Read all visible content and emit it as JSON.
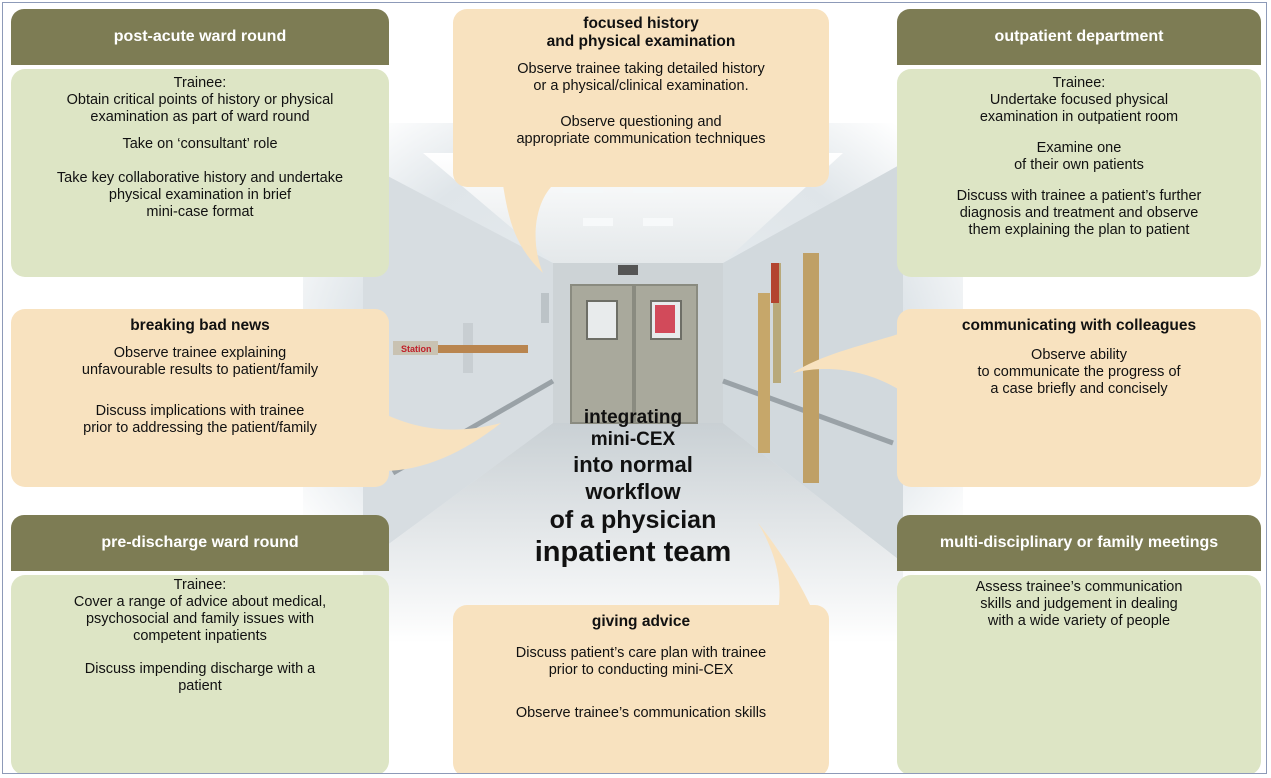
{
  "center": {
    "line1": "integrating",
    "line2": "mini-CEX",
    "line3": "into normal",
    "line4": "workflow",
    "line5": "of a physician",
    "line6": "inpatient team"
  },
  "post_acute": {
    "header": "post-acute ward round",
    "paragraphs": [
      "Trainee:\nObtain critical points of history or physical\nexamination as part of ward round",
      "Take on ‘consultant’ role",
      "Take key collaborative history and undertake\nphysical examination in brief\nmini-case format"
    ]
  },
  "focused_history": {
    "title": "focused history\nand physical examination",
    "paragraphs": [
      "Observe trainee taking detailed history\nor a physical/clinical examination.",
      "Observe questioning and\nappropriate communication techniques"
    ]
  },
  "outpatient": {
    "header": "outpatient department",
    "paragraphs": [
      "Trainee:\nUndertake focused physical\nexamination in outpatient room",
      "Examine one\nof their own patients",
      "Discuss with trainee a patient’s further\ndiagnosis and treatment and observe\nthem explaining the plan to patient"
    ]
  },
  "bad_news": {
    "title": "breaking bad news",
    "paragraphs": [
      "Observe trainee explaining\nunfavourable results to patient/family",
      "Discuss implications with trainee\nprior to addressing the patient/family"
    ]
  },
  "colleagues": {
    "title": "communicating with colleagues",
    "paragraphs": [
      "Observe ability\nto communicate the progress of\na case briefly and concisely"
    ]
  },
  "pre_discharge": {
    "header": "pre-discharge ward round",
    "paragraphs": [
      "Trainee:\nCover a range of advice about medical,\npsychosocial and family issues with\ncompetent inpatients",
      "Discuss impending discharge with a\npatient"
    ]
  },
  "advice": {
    "title": "giving advice",
    "paragraphs": [
      "Discuss patient’s care plan with trainee\nprior to conducting mini-CEX",
      "Observe trainee’s communication skills"
    ]
  },
  "multidisciplinary": {
    "header": "multi-disciplinary or family meetings",
    "paragraphs": [
      "Assess trainee’s communication\nskills and judgement in dealing\nwith a wide variety of people"
    ]
  },
  "sign_text": "Station",
  "colors": {
    "header_olive": "#7d7c54",
    "panel_green": "#dde5c5",
    "bubble_tan": "#f8e2bf",
    "frame_border": "#8d9ab8"
  }
}
